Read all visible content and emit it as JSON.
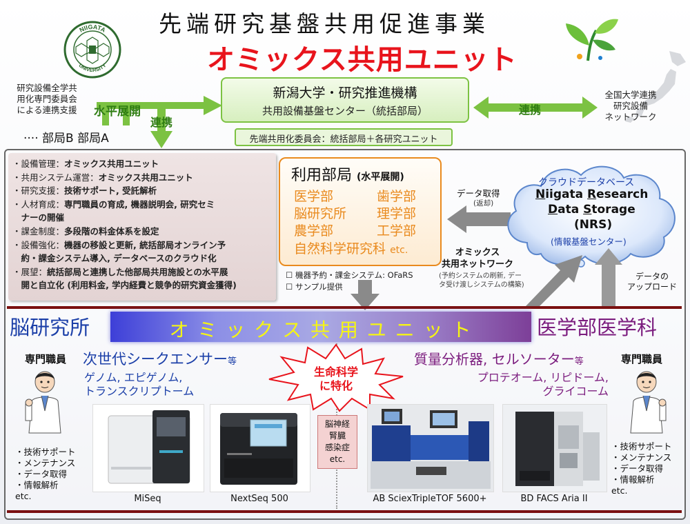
{
  "header": {
    "title": "先端研究基盤共用促進事業",
    "subtitle": "オミックス共用ユニット",
    "logo_text_top": "NIIGATA",
    "logo_text_bottom": "UNIVERSITY"
  },
  "top": {
    "left_note": [
      "研究設備全学共",
      "用化専門委員会",
      "による連携支援"
    ],
    "horizontal_label": "水平展開",
    "renkei_label": "連携",
    "departments": "····  部局B  部局A",
    "center_title": "新潟大学・研究推進機構",
    "center_sub": "共用設備基盤センター（統括部局）",
    "committee": "先端共用化委員会：統括部局＋各研究ユニット",
    "renkei_right": "連携",
    "right_note": [
      "全国大学連携",
      "研究設備",
      "ネットワーク"
    ]
  },
  "bullets": [
    {
      "prefix": "・設備管理：",
      "text": "オミックス共用ユニット"
    },
    {
      "prefix": "・共用システム運営：",
      "text": "オミックス共用ユニット"
    },
    {
      "prefix": "・研究支援：",
      "text": "技術サポート, 受託解析"
    },
    {
      "prefix": "・人材育成：",
      "text": "専門職員の育成, 機器説明会, 研究セミ"
    },
    {
      "prefix": "　",
      "text": "ナーの開催"
    },
    {
      "prefix": "・課金制度：",
      "text": "多段階の料金体系を設定"
    },
    {
      "prefix": "・設備強化：",
      "text": "機器の移設と更新, 統括部局オンライン予"
    },
    {
      "prefix": "　",
      "text": "約・課金システム導入, データベースのクラウド化"
    },
    {
      "prefix": "・展望：",
      "text": "統括部局と連携した他部局共用施設との水平展"
    },
    {
      "prefix": "　",
      "text": "開と自立化 (利用料金, 学内経費と競争的研究資金獲得)"
    }
  ],
  "users": {
    "title": "利用部局",
    "title_sub": "(水平展開)",
    "depts": [
      "医学部",
      "歯学部",
      "脳研究所",
      "理学部",
      "農学部",
      "工学部"
    ],
    "last": "自然科学研究科",
    "etc": "etc.",
    "checks": [
      "☐ 機器予約・課金システム: OFaRS",
      "☐ サンプル提供"
    ]
  },
  "cloud": {
    "title": "クラウドデータベース",
    "line1_pre": "N",
    "line1_rest1": "iigata ",
    "line1_r": "R",
    "line1_rest2": "esearch",
    "line2_pre": "D",
    "line2_rest1": "ata ",
    "line2_s": "S",
    "line2_rest2": "torage",
    "line3": "(NRS)",
    "note": "(情報基盤センター)"
  },
  "data_get": {
    "label": "データ取得",
    "sub": "(返却)"
  },
  "network": {
    "title": [
      "オミックス",
      "共用ネットワーク"
    ],
    "note": [
      "(予約システムの刷新, デー",
      "タ受け渡しシステムの構築)"
    ]
  },
  "upload": {
    "label": [
      "データの",
      "アップロード"
    ]
  },
  "unit_bar": {
    "left": "脳研究所",
    "center": "オ ミ ッ ク ス 共 用 ユ ニ ッ ト",
    "right": "医学部医学科"
  },
  "left_side": {
    "staff": "専門職員",
    "equip": "次世代シークエンサー",
    "equip_suffix": "等",
    "fields": [
      "ゲノム, エピゲノム,",
      "トランスクリプトーム"
    ],
    "tasks": [
      "・技術サポート",
      "・メンテナンス",
      "・データ取得",
      "・情報解析",
      "etc."
    ]
  },
  "right_side": {
    "staff": "専門職員",
    "equip": "質量分析器, セルソーター",
    "equip_suffix": "等",
    "fields": [
      "プロテオーム, リピドーム,",
      "グライコーム"
    ],
    "tasks": [
      "・技術サポート",
      "・メンテナンス",
      "・データ取得",
      "・情報解析",
      "etc."
    ]
  },
  "starburst": [
    "生命科学",
    "に特化"
  ],
  "disease_box": [
    "脳神経",
    "腎臓",
    "感染症",
    "etc."
  ],
  "instruments": [
    {
      "name": "MiSeq"
    },
    {
      "name": "NextSeq 500"
    },
    {
      "name": "AB SciexTripleTOF 5600+"
    },
    {
      "name": "BD FACS Aria II"
    }
  ],
  "colors": {
    "red_title": "#e8141c",
    "green": "#7cc242",
    "orange": "#e98a1e",
    "blue": "#1b3fa8",
    "purple": "#7b1c7e",
    "dark_red_line": "#7a1010"
  }
}
